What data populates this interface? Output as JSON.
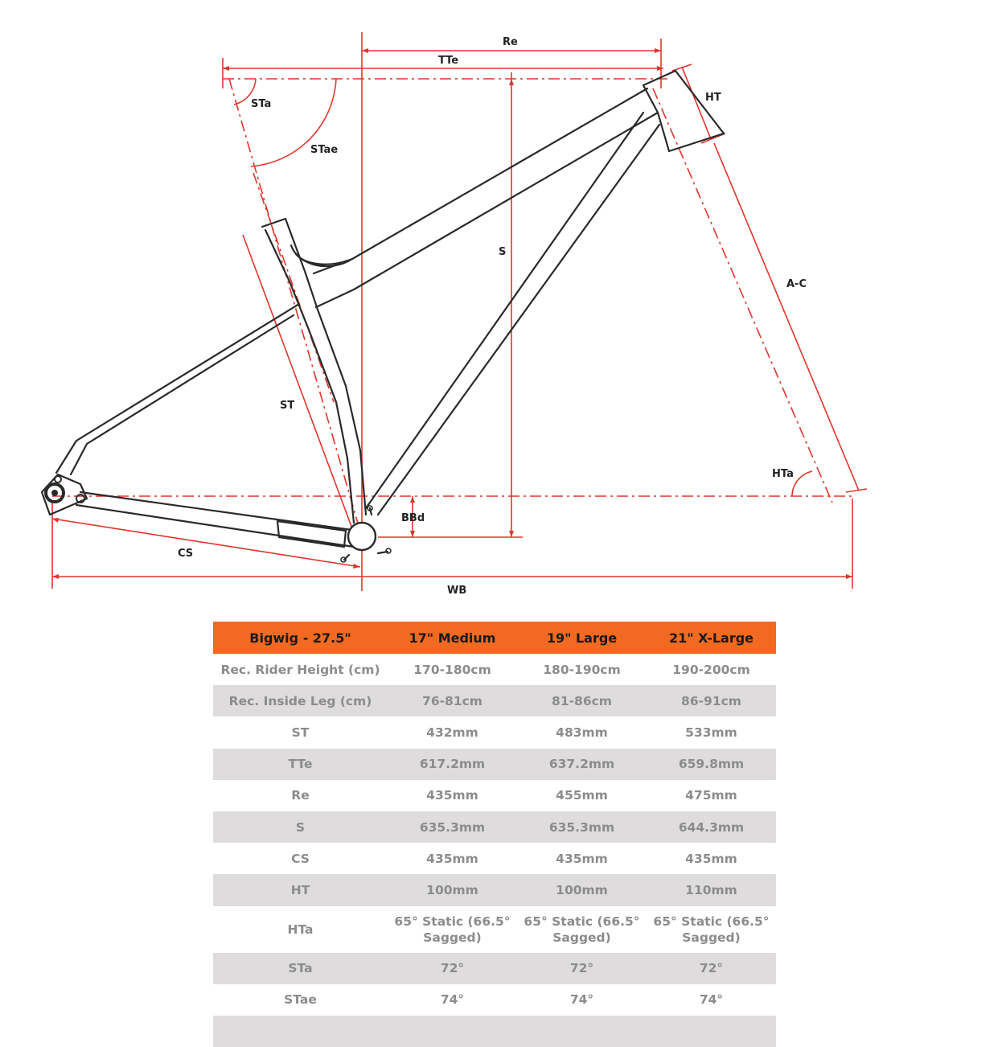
{
  "diagram": {
    "labels": {
      "re": "Re",
      "tte": "TTe",
      "ht": "HT",
      "sta": "STa",
      "stae": "STae",
      "s": "S",
      "ac": "A-C",
      "st": "ST",
      "hta": "HTa",
      "bbd": "BBd",
      "cs": "CS",
      "wb": "WB"
    },
    "colors": {
      "frame": "#2a2a2a",
      "dimension": "#e0352b"
    }
  },
  "table": {
    "header": [
      "Bigwig - 27.5\"",
      "17\" Medium",
      "19\" Large",
      "21\" X-Large"
    ],
    "rows": [
      [
        "Rec. Rider Height (cm)",
        "170-180cm",
        "180-190cm",
        "190-200cm"
      ],
      [
        "Rec. Inside Leg (cm)",
        "76-81cm",
        "81-86cm",
        "86-91cm"
      ],
      [
        "ST",
        "432mm",
        "483mm",
        "533mm"
      ],
      [
        "TTe",
        "617.2mm",
        "637.2mm",
        "659.8mm"
      ],
      [
        "Re",
        "435mm",
        "455mm",
        "475mm"
      ],
      [
        "S",
        "635.3mm",
        "635.3mm",
        "644.3mm"
      ],
      [
        "CS",
        "435mm",
        "435mm",
        "435mm"
      ],
      [
        "HT",
        "100mm",
        "100mm",
        "110mm"
      ],
      [
        "HTa",
        "65° Static (66.5° Sagged)",
        "65° Static (66.5° Sagged)",
        "65° Static (66.5° Sagged)"
      ],
      [
        "STa",
        "72°",
        "72°",
        "72°"
      ],
      [
        "STae",
        "74°",
        "74°",
        "74°"
      ]
    ],
    "header_color": "#f26a21",
    "stripe_color": "#dedcdc"
  }
}
